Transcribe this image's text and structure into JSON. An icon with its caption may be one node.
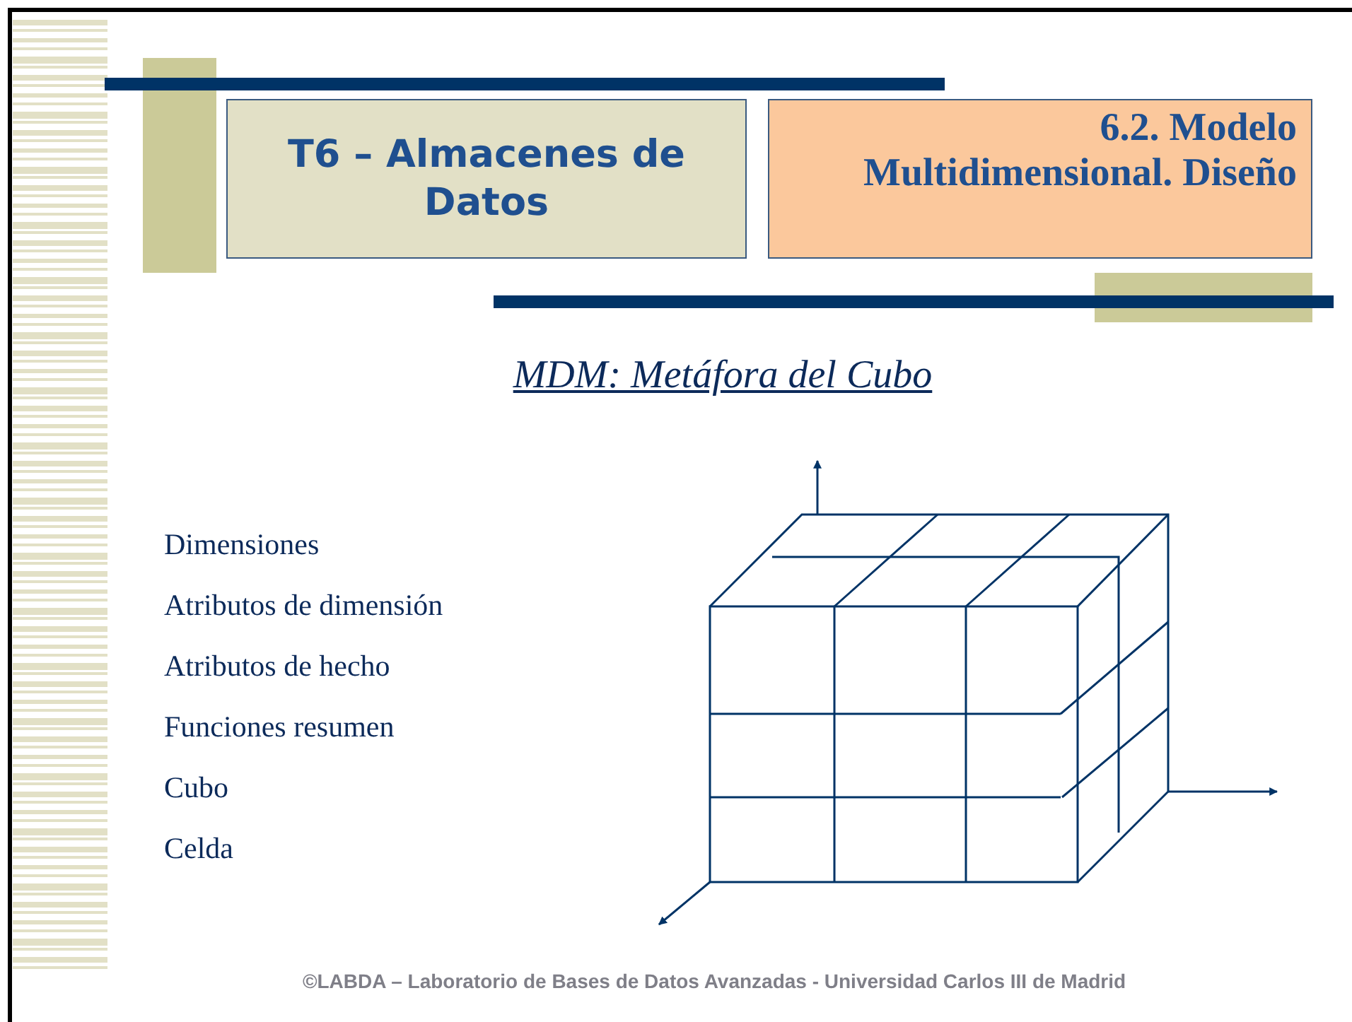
{
  "diagram": {
    "title": "MDM: Metáfora del Cubo",
    "caption": "©LABDA – Laboratorio de Bases de Datos Avanzadas - Universidad Carlos III de Madrid",
    "nodes": [
      {
        "text": [
          "T6 – Almacenes de Datos"
        ]
      },
      {
        "text": [
          "6.2. Modelo Multidimensional. Diseño"
        ]
      }
    ],
    "labels": [
      "Dimensiones",
      "Atributos de dimensión",
      "Atributos de hecho",
      "Funciones resumen",
      "Cubo",
      "Celda"
    ]
  }
}
